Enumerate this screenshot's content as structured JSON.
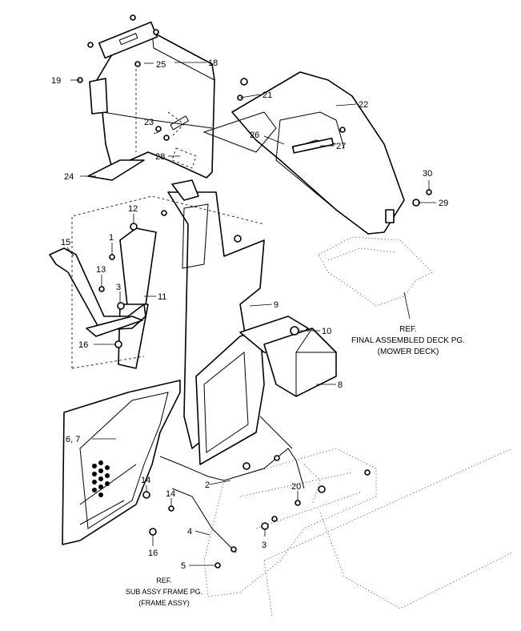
{
  "callouts": {
    "c1": "1",
    "c2": "2",
    "c3a": "3",
    "c3b": "3",
    "c4": "4",
    "c5": "5",
    "c67": "6, 7",
    "c8": "8",
    "c9": "9",
    "c10": "10",
    "c11": "11",
    "c12": "12",
    "c13": "13",
    "c14a": "14",
    "c14b": "14",
    "c15": "15",
    "c16a": "16",
    "c16b": "16",
    "c18": "18",
    "c19": "19",
    "c20": "20",
    "c21": "21",
    "c22": "22",
    "c23": "23",
    "c24": "24",
    "c25": "25",
    "c26": "26",
    "c27": "27",
    "c28": "28",
    "c29": "29",
    "c30": "30"
  },
  "references": {
    "deck_line1": "REF.",
    "deck_line2": "FINAL ASSEMBLED DECK PG.",
    "deck_line3": "(MOWER DECK)",
    "frame_line1": "REF.",
    "frame_line2": "SUB ASSY FRAME PG.",
    "frame_line3": "(FRAME ASSY)"
  }
}
